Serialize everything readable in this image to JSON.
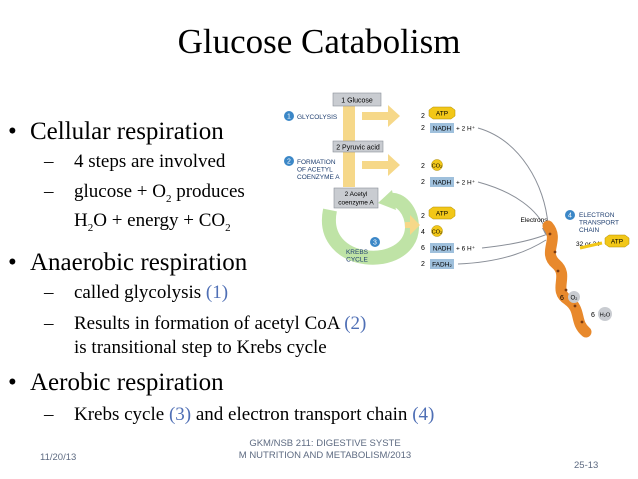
{
  "title": "Glucose Catabolism",
  "bullets": {
    "b1": "Cellular respiration",
    "b1_s1": "4 steps are involved",
    "b1_s2_a": "glucose + O",
    "b1_s2_sub": "2",
    "b1_s2_b": " produces",
    "b1_s3_a": "H",
    "b1_s3_sub": "2",
    "b1_s3_b": "O + energy + CO",
    "b1_s3_sub2": "2",
    "b2": "Anaerobic respiration",
    "b2_s1_a": "called glycolysis ",
    "b2_s1_n": "(1)",
    "b2_s2_a": "Results in formation of acetyl CoA ",
    "b2_s2_n": "(2)",
    "b2_s2_c": "is transitional step to Krebs cycle",
    "b3": "Aerobic respiration",
    "b3_s1_a": "Krebs cycle ",
    "b3_s1_n": "(3)",
    "b3_s1_b": " and electron transport chain ",
    "b3_s1_n2": "(4)"
  },
  "footer": {
    "date": "11/20/13",
    "course_1": "GKM/NSB 211: DIGESTIVE SYSTE",
    "course_2": "M NUTRITION AND METABOLISM/2013",
    "page": "25-13"
  },
  "diagram": {
    "glucose": "1 Glucose",
    "pyruvic": "2 Pyruvic acid",
    "acetyl_1": "2 Acetyl",
    "acetyl_2": "coenzyme A",
    "step1": "GLYCOLYSIS",
    "step2_1": "FORMATION",
    "step2_2": "OF ACETYL",
    "step2_3": "COENZYME A",
    "step3_1": "KREBS",
    "step3_2": "CYCLE",
    "step4_1": "ELECTRON",
    "step4_2": "TRANSPORT",
    "step4_3": "CHAIN",
    "electrons": "Electrons",
    "atp": "ATP",
    "nadh": "NADH",
    "fadh2": "FADH₂",
    "co2": "CO₂",
    "o2": "O₂",
    "h2o": "H₂O",
    "two_hplus": "+ 2 H⁺",
    "six_hplus": "+ 6 H⁺",
    "atp_yield": "32 or 34",
    "n1": "1",
    "n2": "2",
    "n3": "3",
    "n4": "4",
    "n6": "6"
  },
  "colors": {
    "step_blue": "#3b87c7",
    "box_gray": "#c9ccd1",
    "atp_yellow": "#f2c718",
    "nadh_blue": "#9fc0dc",
    "arrow_yellow": "#f6d889",
    "chain_orange": "#e8892c"
  }
}
